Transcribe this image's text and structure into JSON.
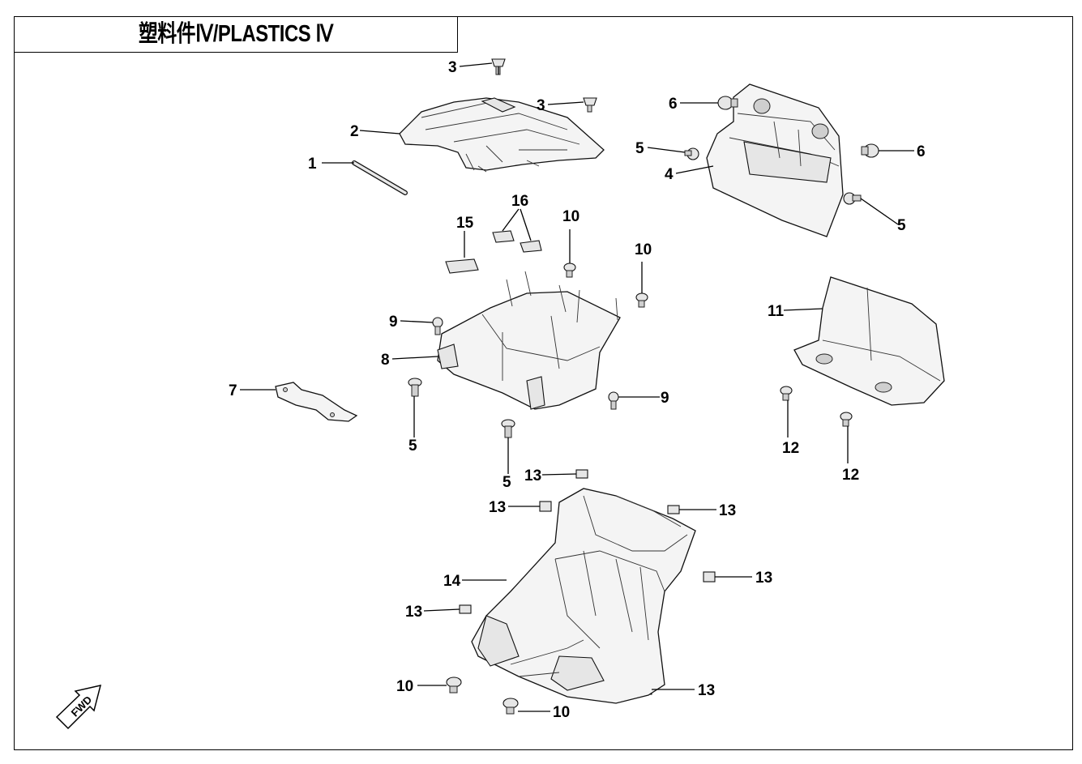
{
  "title": "塑料件Ⅳ/PLASTICS Ⅳ",
  "fwd_label": "FWD",
  "callouts": [
    "1",
    "2",
    "3",
    "3",
    "4",
    "5",
    "5",
    "5",
    "5",
    "6",
    "6",
    "7",
    "8",
    "9",
    "9",
    "10",
    "10",
    "10",
    "10",
    "11",
    "12",
    "12",
    "13",
    "13",
    "13",
    "13",
    "13",
    "13",
    "14",
    "15",
    "16"
  ]
}
